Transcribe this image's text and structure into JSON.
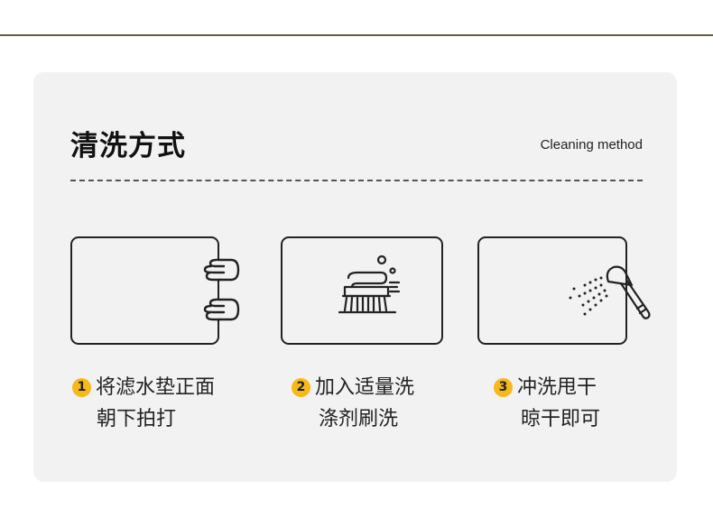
{
  "header": {
    "title": "清洗方式",
    "subtitle": "Cleaning method"
  },
  "steps": [
    {
      "number": "1",
      "line1": "将滤水垫正面",
      "line2": "朝下拍打",
      "icon": "hand-pat-icon"
    },
    {
      "number": "2",
      "line1": "加入适量洗",
      "line2": "涤剂刷洗",
      "icon": "brush-icon"
    },
    {
      "number": "3",
      "line1": "冲洗甩干",
      "line2": "晾干即可",
      "icon": "shower-head-icon"
    }
  ],
  "colors": {
    "card_background": "#f2f2f2",
    "badge": "#f6b91a",
    "outline": "#222222",
    "top_rule": "#6b5a3e"
  }
}
